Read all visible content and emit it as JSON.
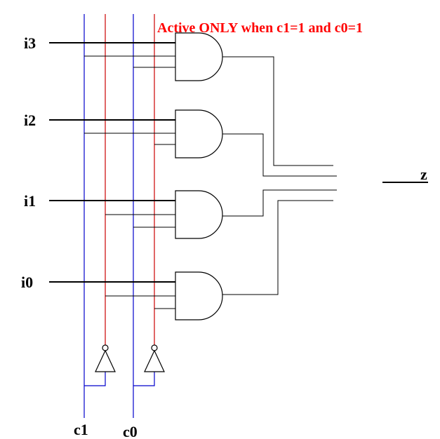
{
  "annotation": "Active ONLY when c1=1 and c0=1",
  "inputs": [
    "i3",
    "i2",
    "i1",
    "i0"
  ],
  "controls": [
    "c1",
    "c0"
  ],
  "output": "z",
  "colors": {
    "wire": "#000000",
    "true_line": "#0000cc",
    "complement_line": "#cc0000",
    "annotation": "#ff0000"
  }
}
